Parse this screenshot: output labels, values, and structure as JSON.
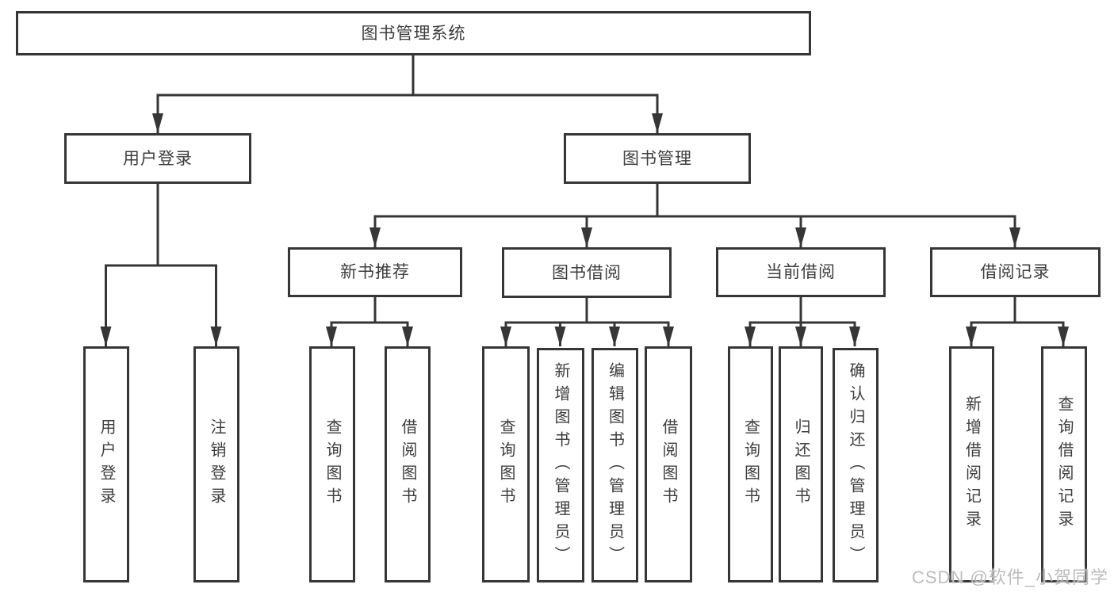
{
  "watermark": "CSDN @软件_小贺同学",
  "colors": {
    "line": "#363636",
    "box_border": "#363636",
    "box_background": "#ffffff",
    "label_text": "#3d3d3d",
    "watermark_text": "#bcbcbc"
  },
  "nodes": {
    "root": {
      "label": "图书管理系统"
    },
    "login": {
      "label": "用户登录"
    },
    "mgmt": {
      "label": "图书管理"
    },
    "rec": {
      "label": "新书推荐"
    },
    "borrow": {
      "label": "图书借阅"
    },
    "current": {
      "label": "当前借阅"
    },
    "records": {
      "label": "借阅记录"
    },
    "l1a": {
      "label": "用户登录"
    },
    "l1b": {
      "label": "注销登录"
    },
    "l2a": {
      "label": "查询图书"
    },
    "l2b": {
      "label": "借阅图书"
    },
    "l3a": {
      "label": "查询图书"
    },
    "l3b": {
      "label": "新增图书（管理员）"
    },
    "l3c": {
      "label": "编辑图书（管理员）"
    },
    "l3d": {
      "label": "借阅图书"
    },
    "l4a": {
      "label": "查询图书"
    },
    "l4b": {
      "label": "归还图书"
    },
    "l4c": {
      "label": "确认归还（管理员）"
    },
    "l5a": {
      "label": "新增借阅记录"
    },
    "l5b": {
      "label": "查询借阅记录"
    }
  },
  "tree": {
    "图书管理系统": {
      "用户登录": [
        "用户登录",
        "注销登录"
      ],
      "图书管理": {
        "新书推荐": [
          "查询图书",
          "借阅图书"
        ],
        "图书借阅": [
          "查询图书",
          "新增图书（管理员）",
          "编辑图书（管理员）",
          "借阅图书"
        ],
        "当前借阅": [
          "查询图书",
          "归还图书",
          "确认归还（管理员）"
        ],
        "借阅记录": [
          "新增借阅记录",
          "查询借阅记录"
        ]
      }
    }
  }
}
